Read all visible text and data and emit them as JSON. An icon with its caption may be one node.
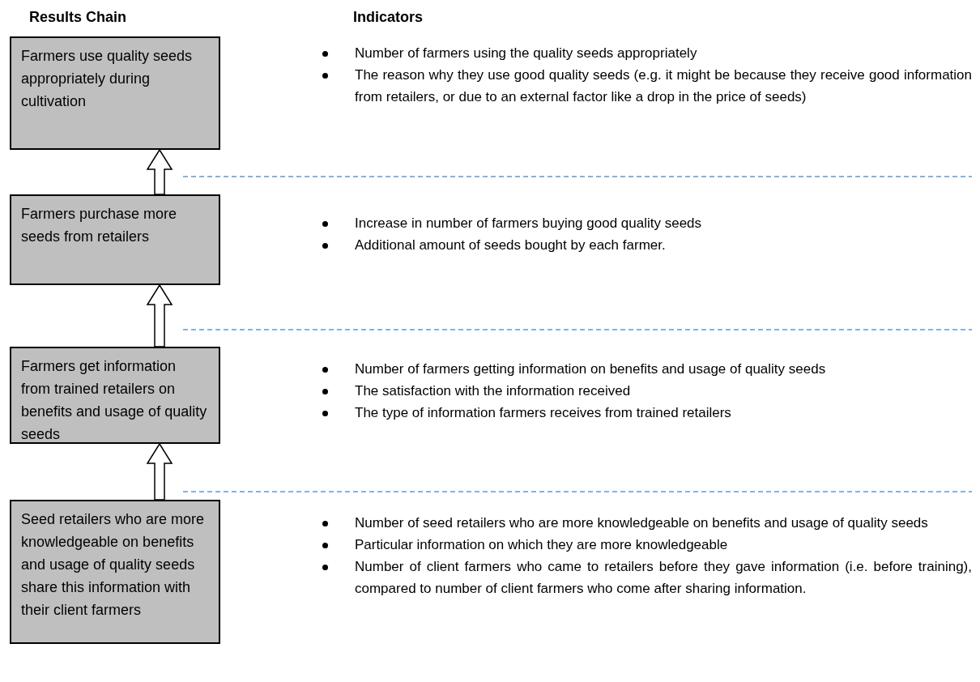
{
  "diagram": {
    "nodes": [
      {
        "text": [
          "Farmers use quality seeds appropriately during cultivation"
        ],
        "beside": [
          "Number of farmers using the quality seeds appropriately",
          "The reason why they use good quality seeds (e.g. it might be because they receive good information from retailers, or due to an external factor like a drop in the price of seeds)"
        ]
      },
      {
        "text": [
          "Farmers purchase more seeds from retailers"
        ],
        "beside": [
          "Increase in number of farmers buying good quality seeds",
          "Additional amount of seeds bought by each farmer."
        ]
      },
      {
        "text": [
          "Farmers get information from trained retailers on benefits and usage of quality seeds"
        ],
        "beside": [
          "Number of farmers getting information on benefits and usage of quality seeds",
          "The satisfaction with the information received",
          "The type of information farmers receives from trained retailers"
        ]
      },
      {
        "text": [
          "Seed retailers who are more knowledgeable on benefits and usage of quality seeds share this information with their client farmers"
        ],
        "beside": [
          "Number of seed retailers who are more knowledgeable on benefits and usage of quality seeds",
          "Particular information on which they are more knowledgeable",
          "Number of client farmers who came to retailers before they gave information (i.e. before training), compared to number of client farmers who come after sharing information."
        ]
      }
    ],
    "edges": [
      {
        "from": 3,
        "to": 2,
        "arrow": "to"
      },
      {
        "from": 2,
        "to": 1,
        "arrow": "to"
      },
      {
        "from": 1,
        "to": 0,
        "arrow": "to"
      }
    ],
    "labels": [
      "Results Chain",
      "Indicators"
    ]
  }
}
